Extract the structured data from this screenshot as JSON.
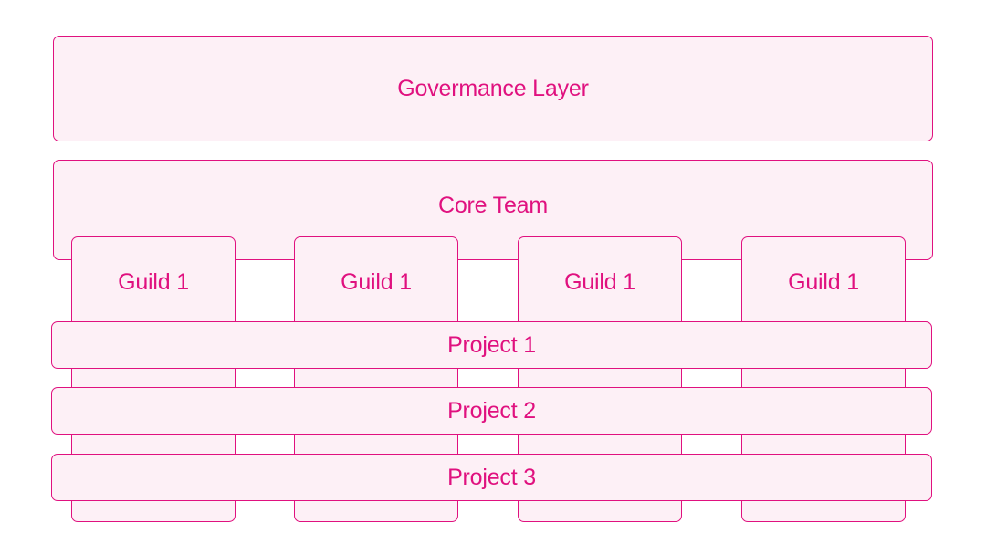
{
  "diagram": {
    "governance_label": "Govermance Layer",
    "core_label": "Core Team",
    "guilds": [
      {
        "label": "Guild 1"
      },
      {
        "label": "Guild 1"
      },
      {
        "label": "Guild 1"
      },
      {
        "label": "Guild 1"
      }
    ],
    "projects": [
      {
        "label": "Project 1"
      },
      {
        "label": "Project 2"
      },
      {
        "label": "Project 3"
      }
    ]
  },
  "colors": {
    "accent": "#e0117f",
    "fill": "#fdf0f6",
    "background": "#ffffff"
  }
}
